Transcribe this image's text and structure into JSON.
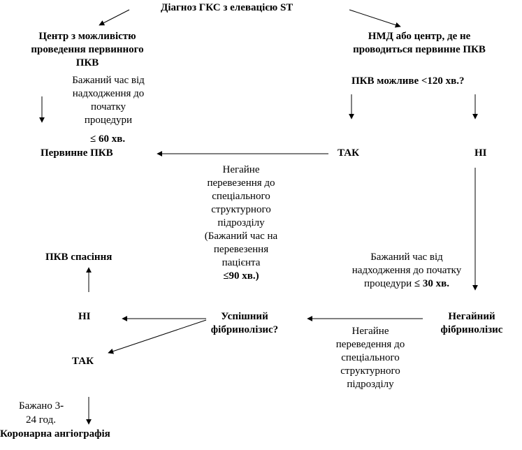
{
  "diagram": {
    "title": "Діагноз ГКС з елевацією ST",
    "left_center": [
      "Центр з можливістю",
      "проведення первинного",
      "ПКВ"
    ],
    "left_time": [
      "Бажаний час від",
      "надходження до",
      "початку",
      "процедури"
    ],
    "left_time_value": "≤ 60 хв.",
    "primary_pci": "Первинне ПКВ",
    "right_center": [
      "НМД або центр, де не",
      "проводиться первинне ПКВ"
    ],
    "pci_possible": "ПКВ можливе <120 хв.?",
    "yes_top": "ТАК",
    "no_top": "НІ",
    "transfer_note": [
      "Негайне",
      "перевезення до",
      "спеціального",
      "структурного",
      "підрозділу",
      "(Бажаний час на",
      "перевезення",
      "пацієнта"
    ],
    "transfer_value": "≤90 хв.)",
    "rescue_pci": "ПКВ спасіння",
    "no_bottom": "НІ",
    "successful_fib": [
      "Успішний",
      "фібринолізис?"
    ],
    "immediate_fib": [
      "Негайний",
      "фібринолізис"
    ],
    "fib_time": [
      "Бажаний час від",
      "надходження до початку"
    ],
    "fib_time_prefix": "процедури ",
    "fib_time_value": "≤ 30 хв.",
    "yes_bottom": "ТАК",
    "transfer_note2": [
      "Негайне",
      "переведення до",
      "спеціального",
      "структурного",
      "підрозділу"
    ],
    "angio_time": [
      "Бажано 3",
      "24 год."
    ],
    "angio_dash": "-",
    "angiography": "Коронарна ангіографія"
  }
}
